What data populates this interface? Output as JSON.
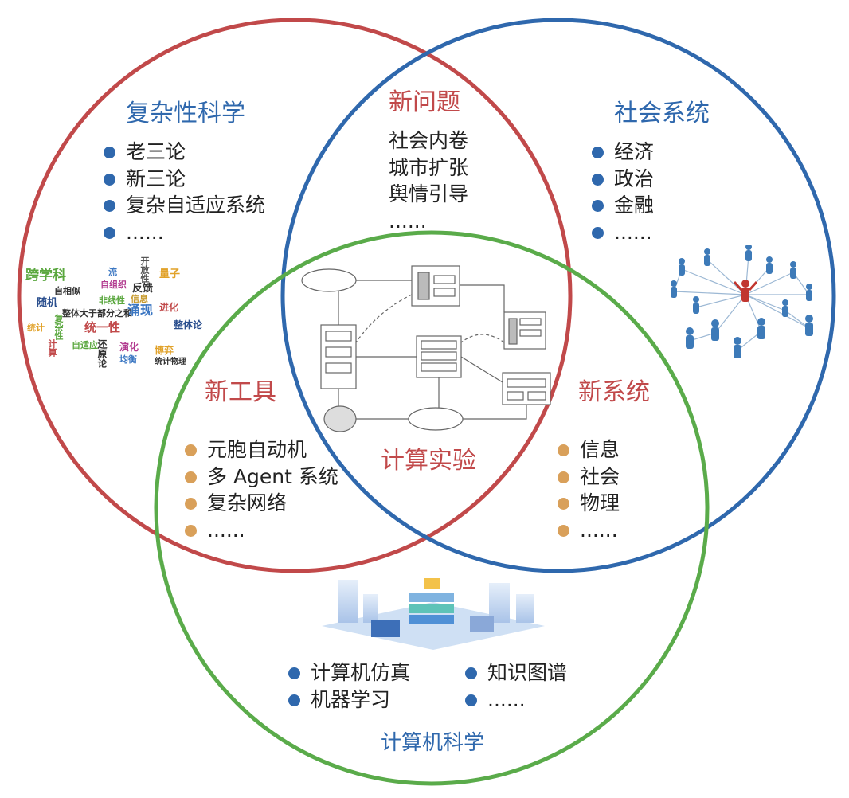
{
  "colors": {
    "red": "#c1494a",
    "blue": "#2f68ad",
    "green": "#5aab4a",
    "bullet_blue": "#2f68ad",
    "bullet_orange": "#d9a05a"
  },
  "complexity": {
    "title": "复杂性科学",
    "items": [
      "老三论",
      "新三论",
      "复杂自适应系统",
      "......"
    ]
  },
  "new_problems": {
    "title": "新问题",
    "items": [
      "社会内卷",
      "城市扩张",
      "舆情引导",
      "......"
    ]
  },
  "social": {
    "title": "社会系统",
    "items": [
      "经济",
      "政治",
      "金融",
      "......"
    ]
  },
  "new_tools": {
    "title": "新工具",
    "items": [
      "元胞自动机",
      "多 Agent 系统",
      "复杂网络",
      "......"
    ]
  },
  "center": {
    "title": "计算实验"
  },
  "new_systems": {
    "title": "新系统",
    "items": [
      "信息",
      "社会",
      "物理",
      "......"
    ]
  },
  "computer_science": {
    "title": "计算机科学",
    "left_items": [
      "计算机仿真",
      "机器学习"
    ],
    "right_items": [
      "知识图谱",
      "......"
    ]
  },
  "word_cloud": {
    "words": [
      "跨学科",
      "自相似",
      "流",
      "开放性",
      "随机",
      "量子",
      "自组织",
      "反馈",
      "进化",
      "非线性",
      "信息",
      "涌现",
      "整体大于部分之和",
      "统一性",
      "复杂性",
      "整体论",
      "统计",
      "演化",
      "博弈",
      "均衡",
      "计算",
      "统计物理",
      "还原论",
      "自适应"
    ]
  }
}
